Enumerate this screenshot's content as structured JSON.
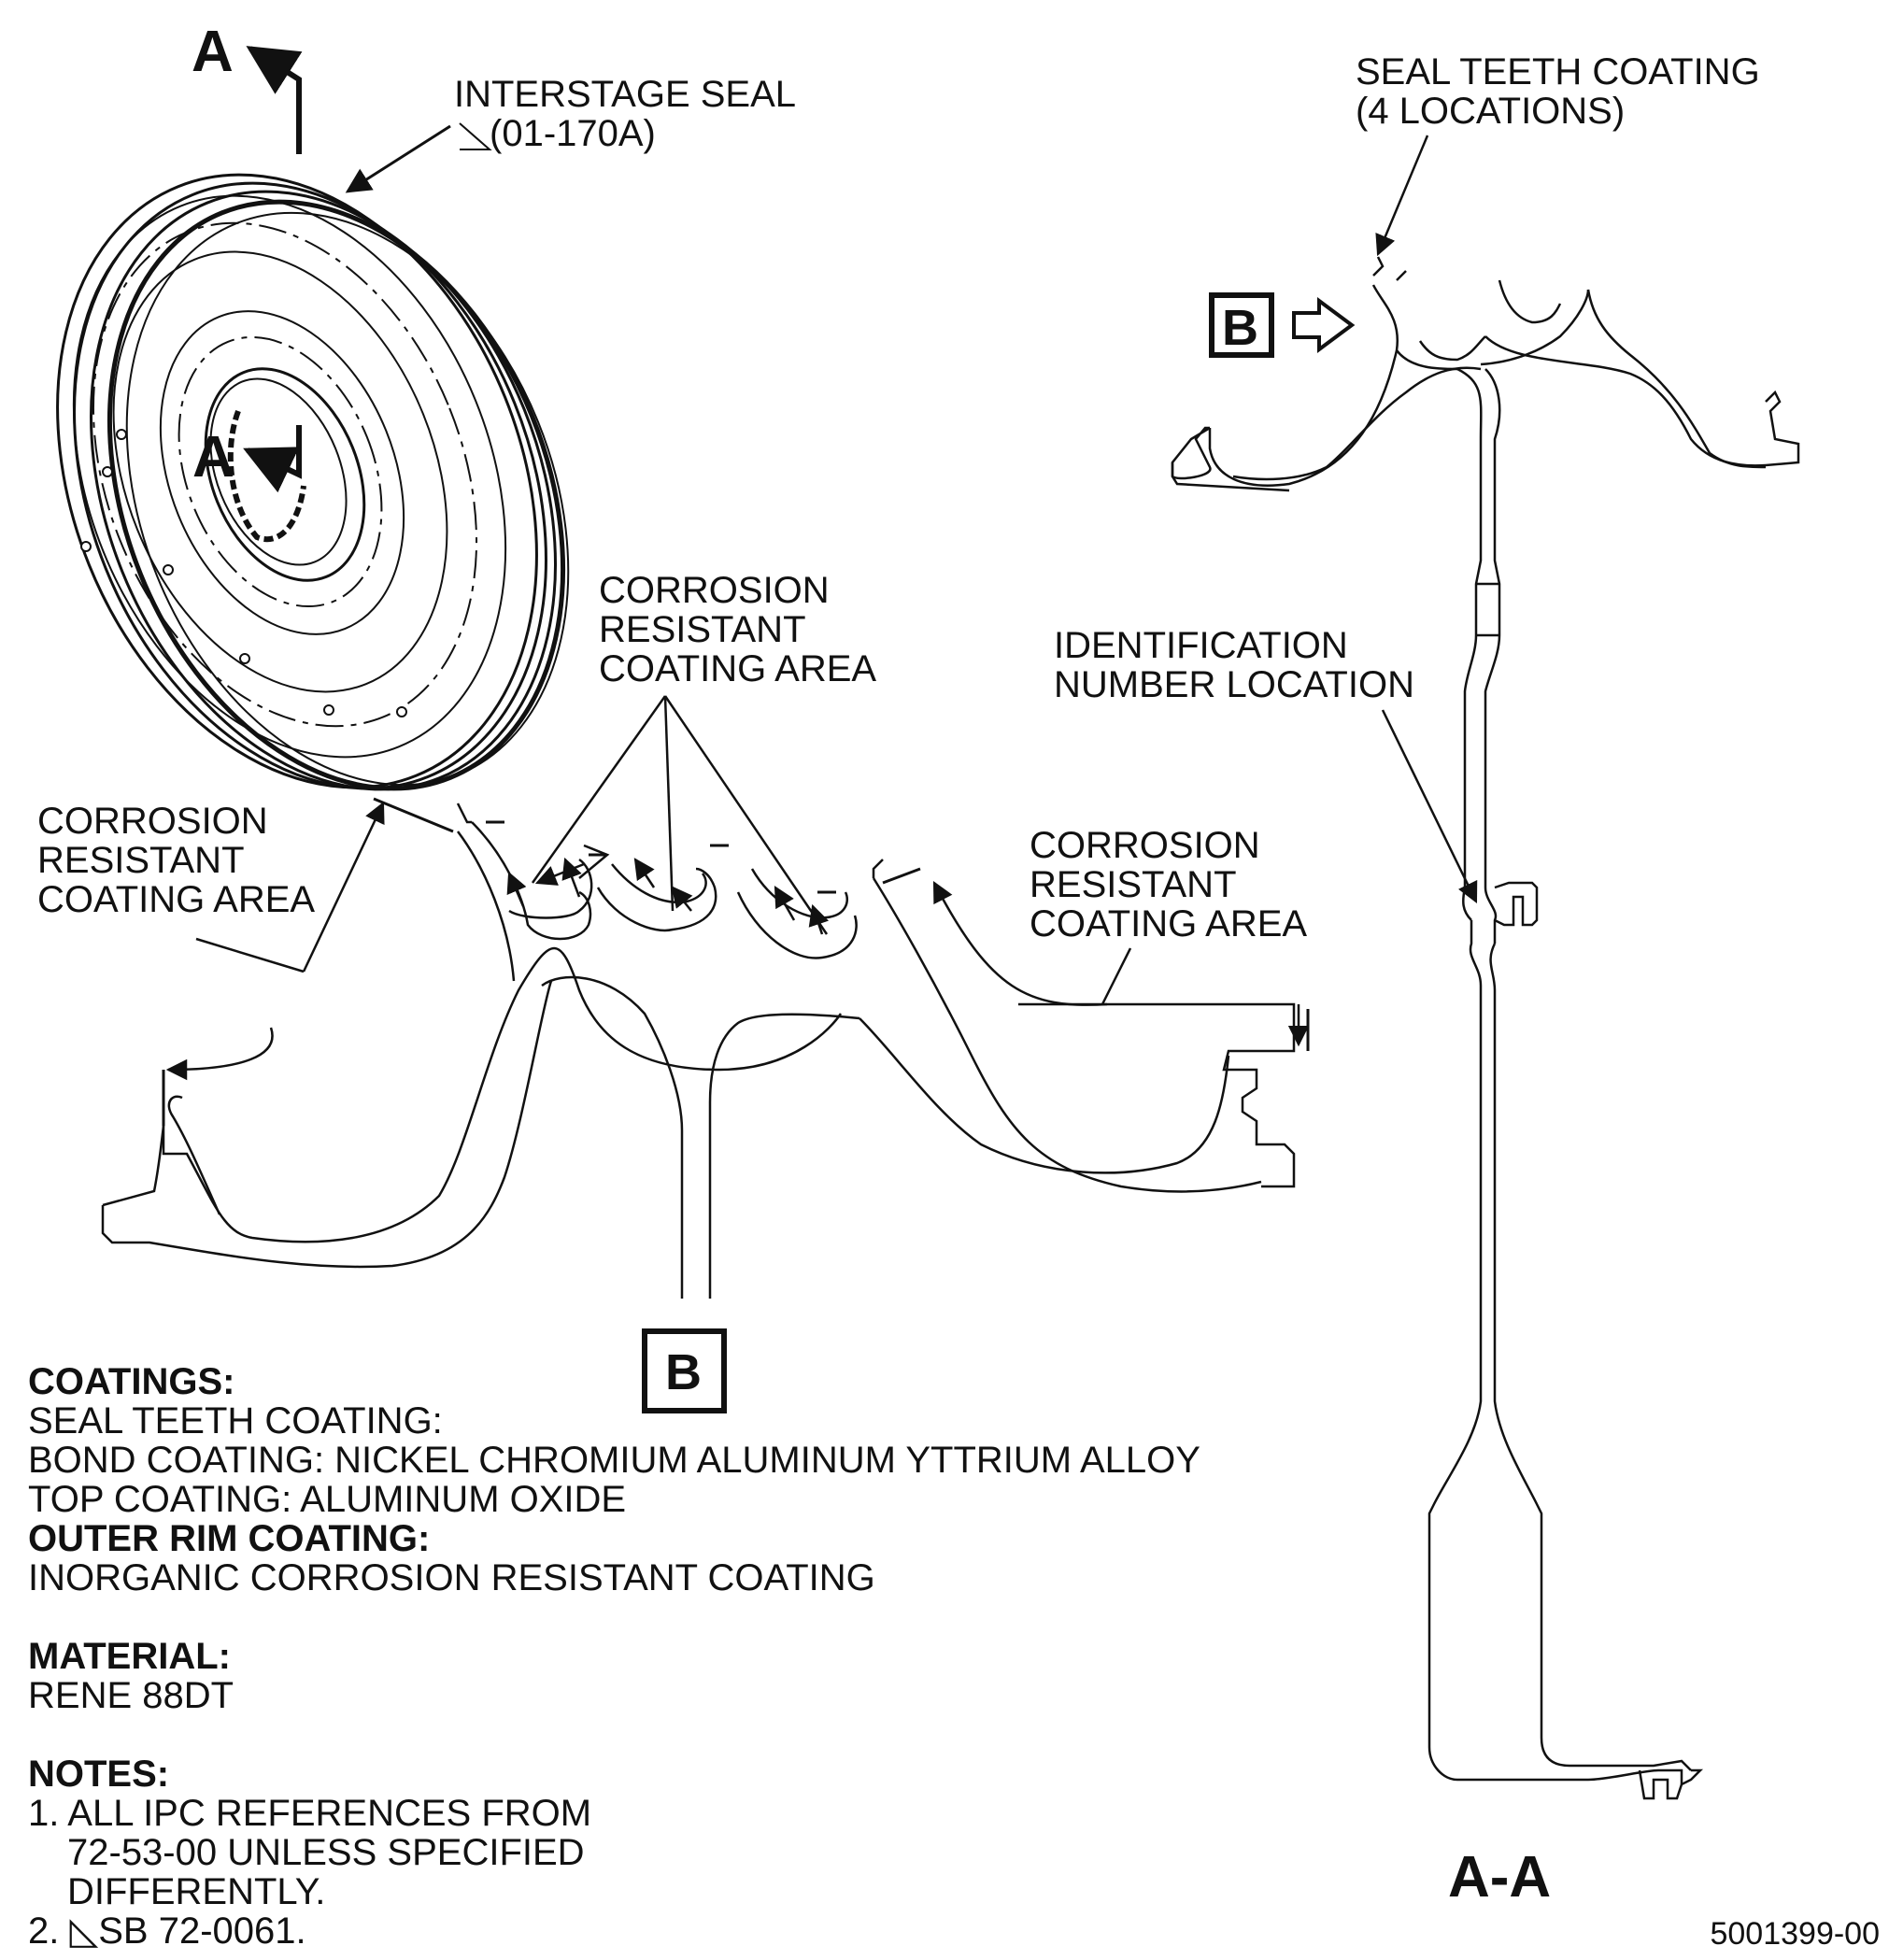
{
  "labels": {
    "section_mark_top": "A",
    "section_mark_bottom": "A",
    "interstage_seal_line1": "INTERSTAGE SEAL",
    "interstage_seal_line2": "(01-170A)",
    "seal_teeth_line1": "SEAL TEETH COATING",
    "seal_teeth_line2": "(4 LOCATIONS)",
    "view_b_marker": "B",
    "view_b_label": "B",
    "corrosion_top_line1": "CORROSION",
    "corrosion_top_line2": "RESISTANT",
    "corrosion_top_line3": "COATING AREA",
    "corrosion_left_line1": "CORROSION",
    "corrosion_left_line2": "RESISTANT",
    "corrosion_left_line3": "COATING AREA",
    "corrosion_right_line1": "CORROSION",
    "corrosion_right_line2": "RESISTANT",
    "corrosion_right_line3": "COATING AREA",
    "identification_line1": "IDENTIFICATION",
    "identification_line2": "NUMBER LOCATION",
    "section_title": "A-A",
    "figure_number": "5001399-00"
  },
  "notes": {
    "coatings_heading": "COATINGS:",
    "seal_teeth_coating": "SEAL TEETH COATING:",
    "bond_coating": "BOND COATING: NICKEL CHROMIUM ALUMINUM YTTRIUM ALLOY",
    "top_coating": "TOP COATING: ALUMINUM OXIDE",
    "outer_rim_heading": "OUTER RIM COATING:",
    "outer_rim_value": "INORGANIC CORROSION RESISTANT COATING",
    "material_heading": "MATERIAL:",
    "material_value": "RENE 88DT",
    "notes_heading": "NOTES:",
    "note1_line1": "1. ALL IPC REFERENCES FROM",
    "note1_line2": "72-53-00 UNLESS SPECIFIED",
    "note1_line3": "DIFFERENTLY.",
    "note2": "2. ◺SB 72-0061."
  }
}
